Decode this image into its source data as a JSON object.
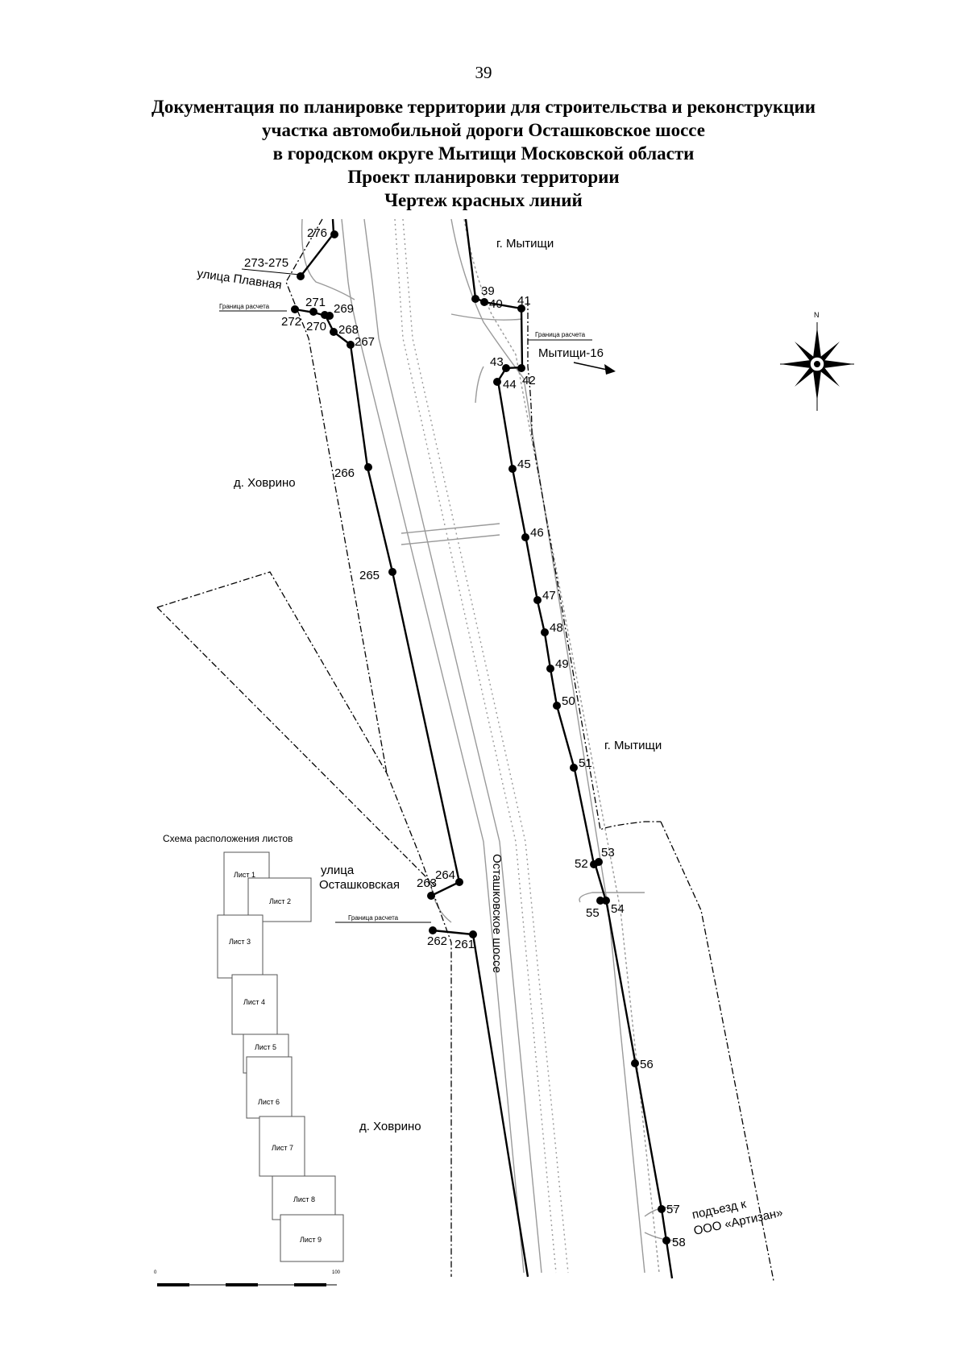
{
  "page_number": "39",
  "title_lines": [
    "Документация по планировке территории для строительства и реконструкции",
    "участка автомобильной дороги Осташковское шоссе",
    "в городском округе Мытищи Московской области",
    "Проект планировки территории",
    "Чертеж красных линий"
  ],
  "map": {
    "places": {
      "mytishchi_top": "г. Мытищи",
      "mytishchi_mid": "г. Мытищи",
      "khovrino_top": "д. Ховрино",
      "khovrino_bottom": "д. Ховрино"
    },
    "streets": {
      "plavnaya": "улица Плавная",
      "ostashkovskaya_1": "улица",
      "ostashkovskaya_2": "Осташковская",
      "shosse": "Осташковское шоссе"
    },
    "callouts": {
      "range_273_275": "273-275",
      "calc_boundary_left": "Граница расчета",
      "calc_boundary_right": "Граница расчета",
      "calc_boundary_bottom": "Граница расчета",
      "mytishchi16": "Мытищи-16",
      "access_1": "подъезд к",
      "access_2": "ООО «Артизан»"
    },
    "north": "N",
    "points": [
      {
        "id": "276",
        "label": "276"
      },
      {
        "id": "271",
        "label": "271"
      },
      {
        "id": "272",
        "label": "272"
      },
      {
        "id": "270",
        "label": "270"
      },
      {
        "id": "269",
        "label": "269"
      },
      {
        "id": "268",
        "label": "268"
      },
      {
        "id": "267",
        "label": "267"
      },
      {
        "id": "266",
        "label": "266"
      },
      {
        "id": "265",
        "label": "265"
      },
      {
        "id": "264",
        "label": "264"
      },
      {
        "id": "263",
        "label": "263"
      },
      {
        "id": "262",
        "label": "262"
      },
      {
        "id": "261",
        "label": "261"
      },
      {
        "id": "39",
        "label": "39"
      },
      {
        "id": "40",
        "label": "40"
      },
      {
        "id": "41",
        "label": "41"
      },
      {
        "id": "43",
        "label": "43"
      },
      {
        "id": "44",
        "label": "44"
      },
      {
        "id": "42",
        "label": "42"
      },
      {
        "id": "45",
        "label": "45"
      },
      {
        "id": "46",
        "label": "46"
      },
      {
        "id": "47",
        "label": "47"
      },
      {
        "id": "48",
        "label": "48"
      },
      {
        "id": "49",
        "label": "49"
      },
      {
        "id": "50",
        "label": "50"
      },
      {
        "id": "51",
        "label": "51"
      },
      {
        "id": "52",
        "label": "52"
      },
      {
        "id": "53",
        "label": "53"
      },
      {
        "id": "55",
        "label": "55"
      },
      {
        "id": "54",
        "label": "54"
      },
      {
        "id": "56",
        "label": "56"
      },
      {
        "id": "57",
        "label": "57"
      },
      {
        "id": "58",
        "label": "58"
      }
    ],
    "sheet_layout": {
      "title": "Схема расположения листов",
      "sheets": [
        "Лист 1",
        "Лист 2",
        "Лист 3",
        "Лист 4",
        "Лист 5",
        "Лист 6",
        "Лист 7",
        "Лист 8",
        "Лист 9"
      ],
      "scale_start": "0",
      "scale_end": "100"
    }
  }
}
